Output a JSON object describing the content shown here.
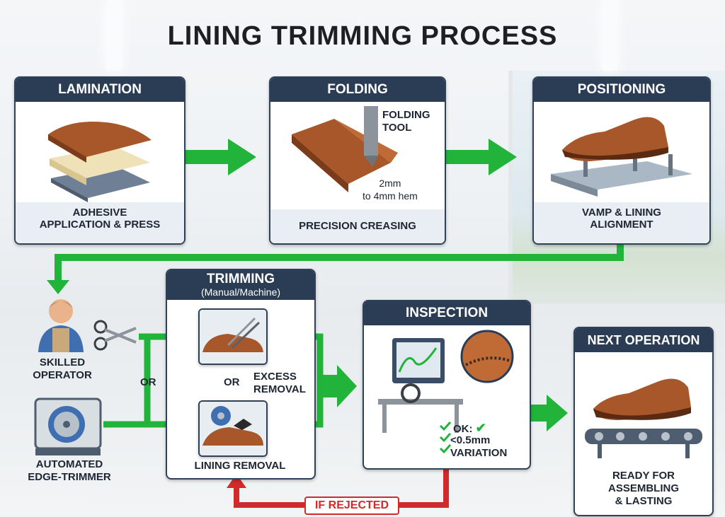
{
  "title": "LINING TRIMMING PROCESS",
  "colors": {
    "header": "#2b3d55",
    "arrow": "#22b43a",
    "reject": "#d02a2a",
    "leather": "#a8572a"
  },
  "steps": {
    "lamination": {
      "label": "LAMINATION",
      "caption_line1": "ADHESIVE",
      "caption_line2": "APPLICATION & PRESS"
    },
    "folding": {
      "label": "FOLDING",
      "caption": "PRECISION CREASING",
      "tool_line1": "FOLDING",
      "tool_line2": "TOOL",
      "hem_line1": "2mm",
      "hem_line2": "to 4mm hem"
    },
    "positioning": {
      "label": "POSITIONING",
      "caption_line1": "VAMP & LINING",
      "caption_line2": "ALIGNMENT"
    },
    "trimming": {
      "label": "TRIMMING",
      "sublabel": "(Manual/Machine)",
      "or_label": "OR",
      "excess_line1": "EXCESS",
      "excess_line2": "REMOVAL",
      "caption": "LINING REMOVAL"
    },
    "inspection": {
      "label": "INSPECTION",
      "ok_label": "OK:",
      "tolerance_line1": "<0.5mm",
      "tolerance_line2": "VARIATION"
    },
    "next": {
      "label": "NEXT OPERATION",
      "caption_line1": "READY FOR",
      "caption_line2": "ASSEMBLING",
      "caption_line3": "& LASTING"
    }
  },
  "operators": {
    "skilled_line1": "SKILLED",
    "skilled_line2": "OPERATOR",
    "auto_line1": "AUTOMATED",
    "auto_line2": "EDGE-TRIMMER",
    "or_label": "OR"
  },
  "reject_label": "IF REJECTED"
}
